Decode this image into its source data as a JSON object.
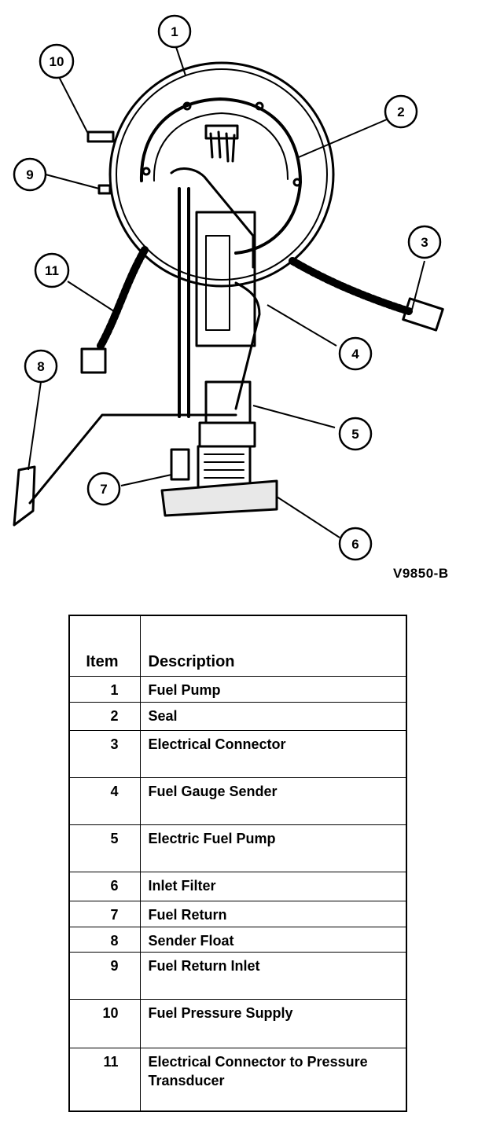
{
  "figure_code": "V9850-B",
  "callouts": [
    "1",
    "2",
    "3",
    "4",
    "5",
    "6",
    "7",
    "8",
    "9",
    "10",
    "11"
  ],
  "legend": {
    "header_item": "Item",
    "header_description": "Description",
    "rows": [
      {
        "item": "1",
        "description": "Fuel Pump"
      },
      {
        "item": "2",
        "description": "Seal"
      },
      {
        "item": "3",
        "description": "Electrical Connector"
      },
      {
        "item": "4",
        "description": "Fuel Gauge Sender"
      },
      {
        "item": "5",
        "description": "Electric Fuel Pump"
      },
      {
        "item": "6",
        "description": "Inlet Filter"
      },
      {
        "item": "7",
        "description": "Fuel Return"
      },
      {
        "item": "8",
        "description": "Sender Float"
      },
      {
        "item": "9",
        "description": "Fuel Return Inlet"
      },
      {
        "item": "10",
        "description": "Fuel Pressure Supply"
      },
      {
        "item": "11",
        "description": "Electrical Connector to Pressure Transducer"
      }
    ]
  }
}
